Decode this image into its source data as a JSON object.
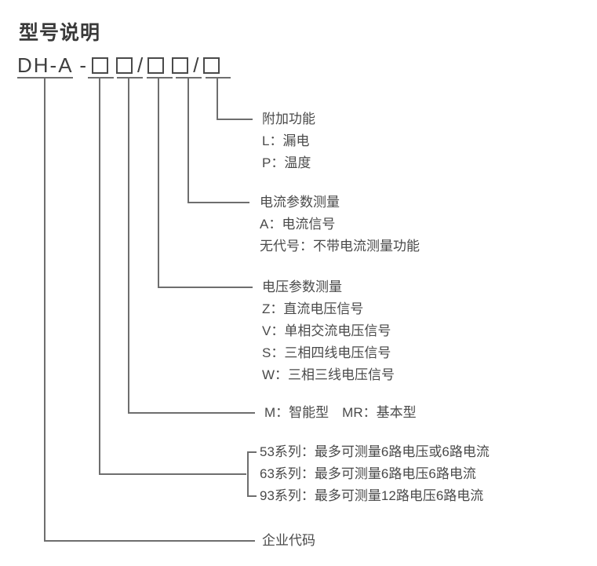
{
  "title": "型号说明",
  "model_code": {
    "prefix": "DH-A -",
    "separator": "/",
    "boxes": [
      "box-1",
      "box-2",
      "box-3",
      "box-4",
      "box-5"
    ]
  },
  "annotations": [
    {
      "key": "additional-function",
      "lines": [
        "附加功能",
        "L：漏电",
        "P：温度"
      ]
    },
    {
      "key": "current-parameter-measurement",
      "lines": [
        "电流参数测量",
        "A：电流信号",
        "无代号：不带电流测量功能"
      ]
    },
    {
      "key": "voltage-parameter-measurement",
      "lines": [
        "电压参数测量",
        "Z：直流电压信号",
        "V：单相交流电压信号",
        "S：三相四线电压信号",
        "W：三相三线电压信号"
      ]
    },
    {
      "key": "type-code",
      "lines": [
        "M：智能型　MR：基本型"
      ]
    },
    {
      "key": "series-code",
      "lines": [
        "53系列：最多可测量6路电压或6路电流",
        "63系列：最多可测量6路电压6路电流",
        "93系列：最多可测量12路电压6路电流"
      ]
    },
    {
      "key": "enterprise-code",
      "lines": [
        "企业代码"
      ]
    }
  ],
  "colors": {
    "title": "#3a3a3a",
    "text": "#4a4a4a",
    "line": "#6e6e6e"
  }
}
